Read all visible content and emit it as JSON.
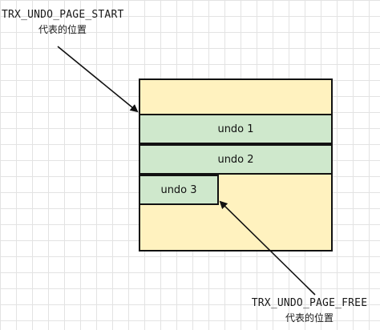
{
  "start_marker": {
    "name": "TRX_UNDO_PAGE_START",
    "desc": "代表的位置"
  },
  "free_marker": {
    "name": "TRX_UNDO_PAGE_FREE",
    "desc": "代表的位置"
  },
  "page": {
    "records": [
      {
        "label": "undo 1"
      },
      {
        "label": "undo 2"
      },
      {
        "label": "undo 3"
      }
    ]
  },
  "colors": {
    "page_bg": "#fff2bf",
    "record_bg": "#cfe8cc",
    "border": "#111111",
    "grid": "#e3e3e3"
  }
}
